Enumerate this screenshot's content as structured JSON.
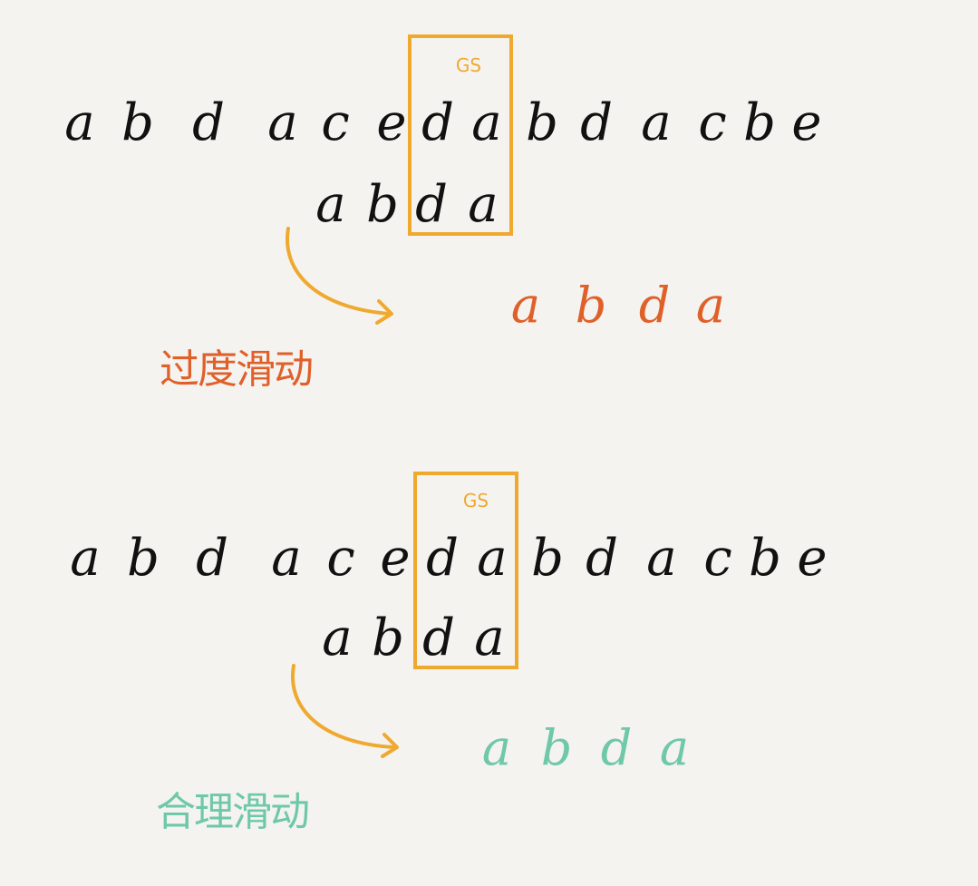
{
  "colors": {
    "text": "#111111",
    "box": "#f0a92f",
    "arrow": "#f0a92f",
    "over": "#e0602a",
    "good": "#6fc8a8"
  },
  "panels": [
    {
      "text": [
        "a",
        "b",
        "d",
        "a",
        "c",
        "e",
        "d",
        "a",
        "b",
        "d",
        "a",
        "c",
        "b",
        "e"
      ],
      "pattern": [
        "a",
        "b",
        "d",
        "a"
      ],
      "box_label": "GS",
      "result": [
        "a",
        "b",
        "d",
        "a"
      ],
      "caption": "过度滑动",
      "result_color": "over"
    },
    {
      "text": [
        "a",
        "b",
        "d",
        "a",
        "c",
        "e",
        "d",
        "a",
        "b",
        "d",
        "a",
        "c",
        "b",
        "e"
      ],
      "pattern": [
        "a",
        "b",
        "d",
        "a"
      ],
      "box_label": "GS",
      "result": [
        "a",
        "b",
        "d",
        "a"
      ],
      "caption": "合理滑动",
      "result_color": "good"
    }
  ]
}
